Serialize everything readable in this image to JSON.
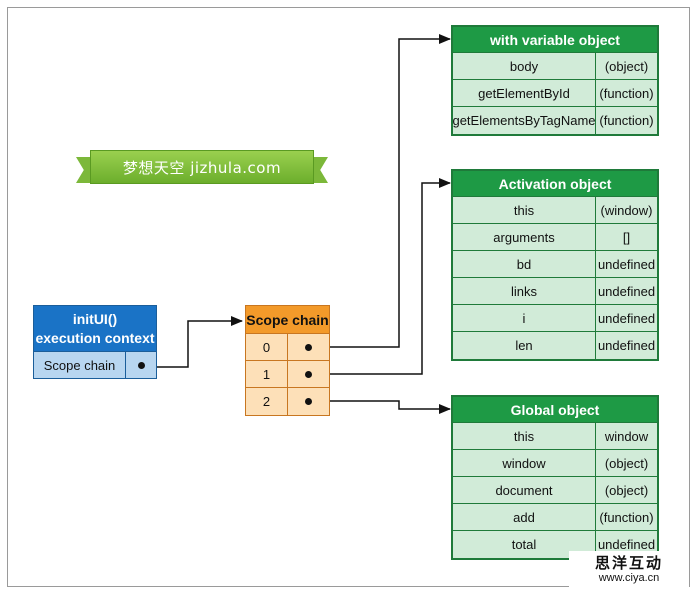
{
  "exec_context": {
    "title_line1": "initUI()",
    "title_line2": "execution context",
    "row_label": "Scope chain"
  },
  "scope_chain": {
    "title": "Scope chain",
    "rows": [
      "0",
      "1",
      "2"
    ]
  },
  "with_object": {
    "title": "with variable object",
    "rows": [
      {
        "name": "body",
        "value": "(object)"
      },
      {
        "name": "getElementById",
        "value": "(function)"
      },
      {
        "name": "getElementsByTagName",
        "value": "(function)"
      }
    ]
  },
  "activation_object": {
    "title": "Activation object",
    "rows": [
      {
        "name": "this",
        "value": "(window)"
      },
      {
        "name": "arguments",
        "value": "[]"
      },
      {
        "name": "bd",
        "value": "undefined"
      },
      {
        "name": "links",
        "value": "undefined"
      },
      {
        "name": "i",
        "value": "undefined"
      },
      {
        "name": "len",
        "value": "undefined"
      }
    ]
  },
  "global_object": {
    "title": "Global object",
    "rows": [
      {
        "name": "this",
        "value": "window"
      },
      {
        "name": "window",
        "value": "(object)"
      },
      {
        "name": "document",
        "value": "(object)"
      },
      {
        "name": "add",
        "value": "(function)"
      },
      {
        "name": "total",
        "value": "undefined"
      }
    ]
  },
  "watermark": {
    "banner_text": "梦想天空 jizhula.com",
    "corner_cn": "思洋互动",
    "corner_url": "www.ciya.cn"
  },
  "colors": {
    "green_header": "#1e9a45",
    "green_cell": "#d1ebd8",
    "orange_header": "#f39a2a",
    "orange_cell": "#fde0b8",
    "blue_header": "#1a73c6",
    "blue_cell": "#b8d6f0"
  }
}
